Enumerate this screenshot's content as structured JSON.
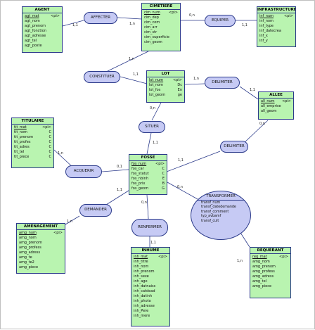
{
  "entities": {
    "agent": {
      "name": "AGENT",
      "attributes": [
        {
          "label": "agt_mat",
          "pk": true,
          "ann": "<pi>"
        },
        {
          "label": "agt_nom"
        },
        {
          "label": "agt_prenom"
        },
        {
          "label": "agt_fonction"
        },
        {
          "label": "agt_adresse"
        },
        {
          "label": "agt_tel"
        },
        {
          "label": "agt_poste"
        }
      ]
    },
    "cimetiere": {
      "name": "CIMETIERE",
      "attributes": [
        {
          "label": "cim_num",
          "pk": true,
          "ann": "<pi>"
        },
        {
          "label": "cim_dep"
        },
        {
          "label": "cim_com"
        },
        {
          "label": "cim_arr"
        },
        {
          "label": "cim_str"
        },
        {
          "label": "cim_superficie"
        },
        {
          "label": "cim_geom"
        }
      ]
    },
    "infrastructure": {
      "name": "INFRASTRUCTURE",
      "attributes": [
        {
          "label": "inf_num",
          "pk": true,
          "ann": "<pi>"
        },
        {
          "label": "inf_nom"
        },
        {
          "label": "inf_type"
        },
        {
          "label": "inf_datecrea"
        },
        {
          "label": "inf_x"
        },
        {
          "label": "inf_y"
        }
      ]
    },
    "lot": {
      "name": "LOT",
      "attributes": [
        {
          "label": "lot_num",
          "pk": true,
          "ann": "<pi>"
        },
        {
          "label": "lot_nom",
          "ann": "Dc"
        },
        {
          "label": "lot_fos",
          "ann": "En"
        },
        {
          "label": "lot_geom",
          "ann": "ge"
        }
      ]
    },
    "allee": {
      "name": "ALLEE",
      "attributes": [
        {
          "label": "all_num",
          "pk": true,
          "ann": "<pi>"
        },
        {
          "label": "all_emprise"
        },
        {
          "label": "all_geom"
        }
      ]
    },
    "titulaire": {
      "name": "TITULAIRE",
      "attributes": [
        {
          "label": "tit_mat",
          "pk": true,
          "ann": "<pi>"
        },
        {
          "label": "tit_nom",
          "ann": "C"
        },
        {
          "label": "tit_prenom",
          "ann": "C"
        },
        {
          "label": "tit_profes",
          "ann": "C"
        },
        {
          "label": "tit_adres",
          "ann": "C"
        },
        {
          "label": "tit_tel",
          "ann": "C"
        },
        {
          "label": "tit_piece",
          "ann": "C"
        }
      ]
    },
    "fosse": {
      "name": "FOSSE",
      "attributes": [
        {
          "label": "fos_num",
          "pk": true,
          "ann": "<pi>"
        },
        {
          "label": "fos_car",
          "ann": "C"
        },
        {
          "label": "fos_statut",
          "ann": "C"
        },
        {
          "label": "fos_nbinh",
          "ann": "E"
        },
        {
          "label": "fos_prix",
          "ann": "B"
        },
        {
          "label": "fos_geom",
          "ann": "G"
        }
      ]
    },
    "amenagement": {
      "name": "AMENAGEMENT",
      "attributes": [
        {
          "label": "amg_num",
          "pk": true,
          "ann": "<pi>"
        },
        {
          "label": "amg_nom"
        },
        {
          "label": "amg_prenom"
        },
        {
          "label": "amg_profess"
        },
        {
          "label": "amg_adress"
        },
        {
          "label": "amg_te"
        },
        {
          "label": "amg_te2"
        },
        {
          "label": "amg_piece"
        }
      ]
    },
    "inhume": {
      "name": "INHUME",
      "attributes": [
        {
          "label": "inh_mat",
          "pk": true,
          "ann": "<pi>"
        },
        {
          "label": "inh_titre"
        },
        {
          "label": "inh_nom"
        },
        {
          "label": "inh_prenom"
        },
        {
          "label": "inh_sexe"
        },
        {
          "label": "inh_age"
        },
        {
          "label": "inh_datnaiss"
        },
        {
          "label": "inh_catdead"
        },
        {
          "label": "inh_datinh"
        },
        {
          "label": "inh_photo"
        },
        {
          "label": "inh_adresse"
        },
        {
          "label": "inh_Pere"
        },
        {
          "label": "inh_mere"
        }
      ]
    },
    "requerant": {
      "name": "REQUERANT",
      "attributes": [
        {
          "label": "req_mat",
          "pk": true,
          "ann": "<pi>"
        },
        {
          "label": "amg_nom"
        },
        {
          "label": "amg_prenom"
        },
        {
          "label": "amg_profess"
        },
        {
          "label": "amg_adress"
        },
        {
          "label": "amg_tel"
        },
        {
          "label": "amg_piece"
        }
      ]
    }
  },
  "relations": {
    "affecter": {
      "name": "AFFECTER"
    },
    "equiper": {
      "name": "EQUIPER"
    },
    "constituer": {
      "name": "CONSTITUER"
    },
    "delimiter1": {
      "name": "DELIMITER"
    },
    "situer": {
      "name": "SITUER"
    },
    "delimiter2": {
      "name": "DELIMITER"
    },
    "acquerir": {
      "name": "ACQUERIR"
    },
    "demander": {
      "name": "DEMANDER"
    },
    "renfermer": {
      "name": "RENFERMER"
    },
    "transformer": {
      "name": "TRANSFORMER",
      "attributes": [
        "transf_num",
        "transf_datedemande",
        "transf_comment",
        "typ_avbamf",
        "transf_cult"
      ]
    }
  },
  "cardinalities": {
    "affecter_agent": "1,1",
    "affecter_cim": "1,n",
    "equiper_cim": "0,n",
    "equiper_inf": "1,1",
    "constituer_cim": "1,n",
    "constituer_lot": "1,1",
    "delimiter1_lot": "1,n",
    "delimiter1_allee": "1,1",
    "situer_lot": "0,n",
    "situer_fosse": "1,1",
    "delimiter2_allee": "0,n",
    "delimiter2_fosse": "1,1",
    "acquerir_tit": "1,n",
    "acquerir_fosse": "0,1",
    "demander_fosse": "1,1",
    "demander_amg": "1,n",
    "renfermer_fosse": "0,n",
    "renfermer_inhume": "1,1",
    "transformer_fosse": "0,n",
    "transformer_req": "1,n"
  }
}
